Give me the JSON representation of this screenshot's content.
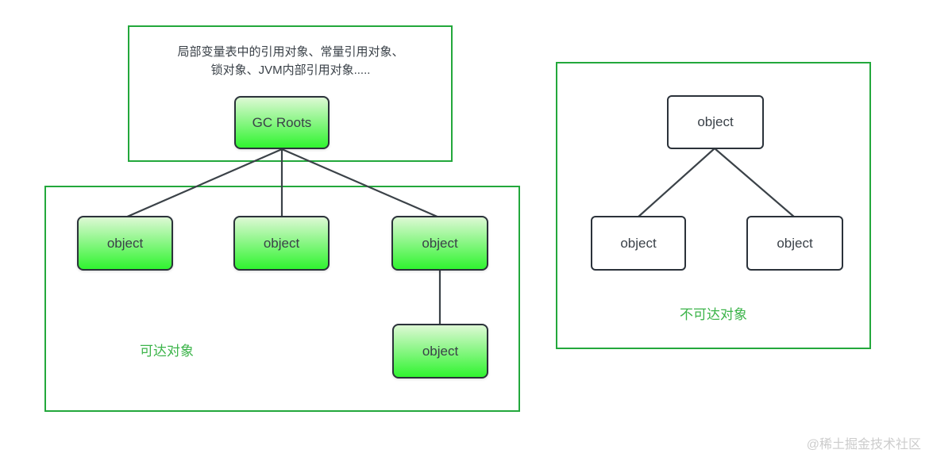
{
  "colors": {
    "container_border": "#23a83c",
    "node_border": "#2b323a",
    "edge": "#3b4248",
    "green_gradient_top": "#ddf8d4",
    "green_gradient_bottom": "#30f430",
    "label_green": "#3cb44a",
    "text_dark": "#3a4148",
    "watermark_gray": "#cccccc"
  },
  "gc_roots_panel": {
    "description_line1": "局部变量表中的引用对象、常量引用对象、",
    "description_line2": "锁对象、JVM内部引用对象.....",
    "root_node_label": "GC Roots"
  },
  "reachable_panel": {
    "label": "可达对象",
    "objects": [
      "object",
      "object",
      "object",
      "object"
    ]
  },
  "unreachable_panel": {
    "label": "不可达对象",
    "objects": [
      "object",
      "object",
      "object"
    ]
  },
  "watermark": "@稀土掘金技术社区"
}
